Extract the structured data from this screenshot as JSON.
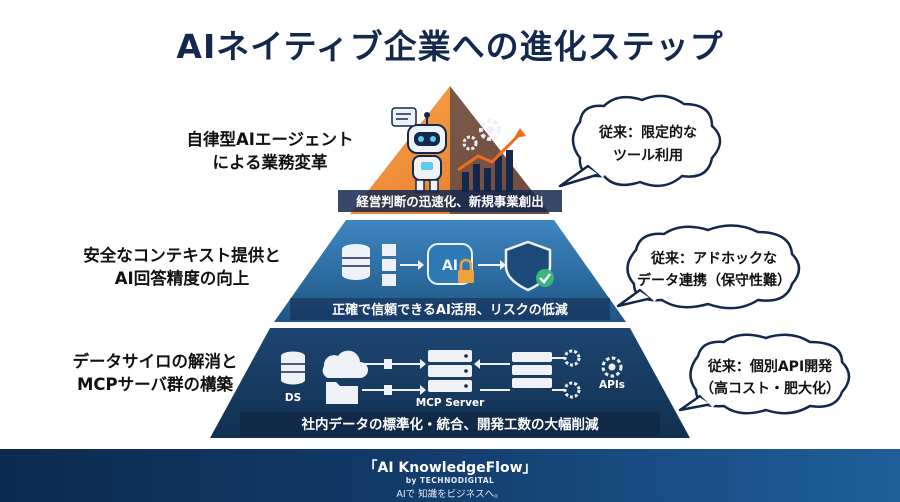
{
  "title": "AIネイティブ企業への進化ステップ",
  "left_labels": [
    {
      "line1": "自律型AIエージェント",
      "line2": "による業務変革"
    },
    {
      "line1": "安全なコンテキスト提供と",
      "line2": "AI回答精度の向上"
    },
    {
      "line1": "データサイロの解消と",
      "line2": "MCPサーバ群の構築"
    }
  ],
  "tiers": [
    {
      "caption": "経営判断の迅速化、新規事業創出"
    },
    {
      "caption": "正確で信頼できるAI活用、リスクの低減"
    },
    {
      "caption": "社内データの標準化・統合、開発工数の大幅削減",
      "labels": {
        "ds": "DS",
        "server": "MCP Server",
        "apis": "APIs"
      }
    }
  ],
  "bubbles": [
    {
      "line1": "従来：限定的な",
      "line2": "ツール利用"
    },
    {
      "line1": "従来：アドホックな",
      "line2": "データ連携（保守性難）"
    },
    {
      "line1": "従来：個別API開発",
      "line2": "（高コスト・肥大化）"
    }
  ],
  "footer": {
    "brand": "「AI KnowledgeFlow」",
    "by": "by TECHNODIGITAL",
    "tagline": "AIで 知識をビジネスへ。"
  },
  "colors": {
    "navy": "#14284e",
    "tier_top_orange": "#f0923a",
    "tier_mid_blue": "#2a6a9e",
    "tier_bottom_navy": "#173a63",
    "bubble_border": "#14284e"
  }
}
